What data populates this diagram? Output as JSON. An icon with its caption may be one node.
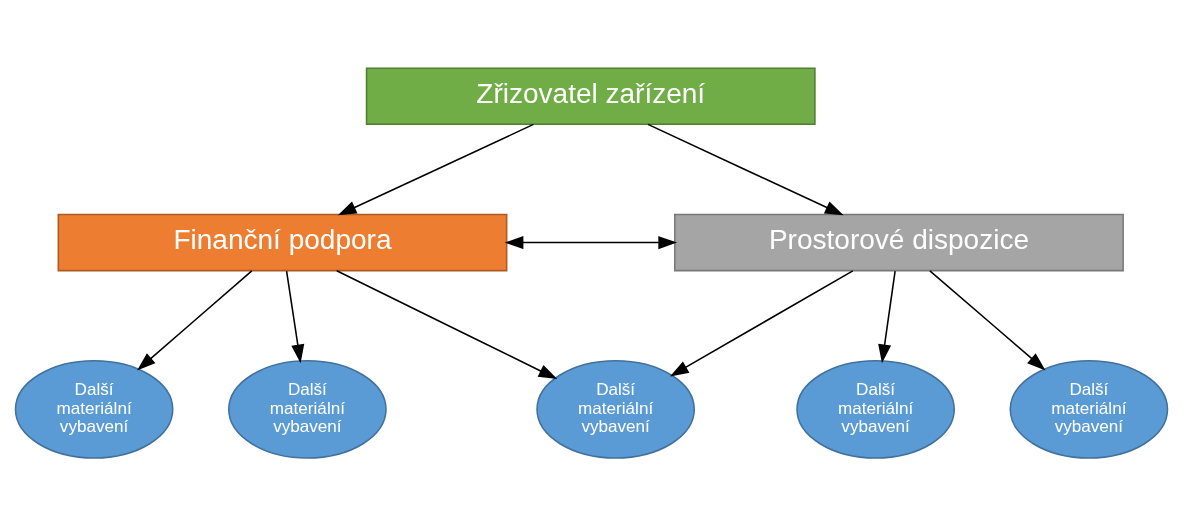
{
  "diagram": {
    "nodes": [
      {
        "text": [
          "Zřizovatel zařízení"
        ]
      },
      {
        "text": [
          "Finanční podpora"
        ]
      },
      {
        "text": [
          "Prostorové dispozice"
        ]
      },
      {
        "text": [
          "Další materiální vybavení"
        ]
      },
      {
        "text": [
          "Další materiální vybavení"
        ]
      },
      {
        "text": [
          "Další materiální vybavení"
        ]
      },
      {
        "text": [
          "Další materiální vybavení"
        ]
      },
      {
        "text": [
          "Další materiální vybavení"
        ]
      }
    ],
    "edges": [
      {
        "from": 0,
        "to": 1,
        "arrow": "to"
      },
      {
        "from": 0,
        "to": 2,
        "arrow": "to"
      },
      {
        "from": 1,
        "to": 2,
        "arrow": "both"
      },
      {
        "from": 1,
        "to": 3,
        "arrow": "to"
      },
      {
        "from": 1,
        "to": 4,
        "arrow": "to"
      },
      {
        "from": 1,
        "to": 5,
        "arrow": "to"
      },
      {
        "from": 2,
        "to": 5,
        "arrow": "to"
      },
      {
        "from": 2,
        "to": 6,
        "arrow": "to"
      },
      {
        "from": 2,
        "to": 7,
        "arrow": "to"
      }
    ]
  }
}
